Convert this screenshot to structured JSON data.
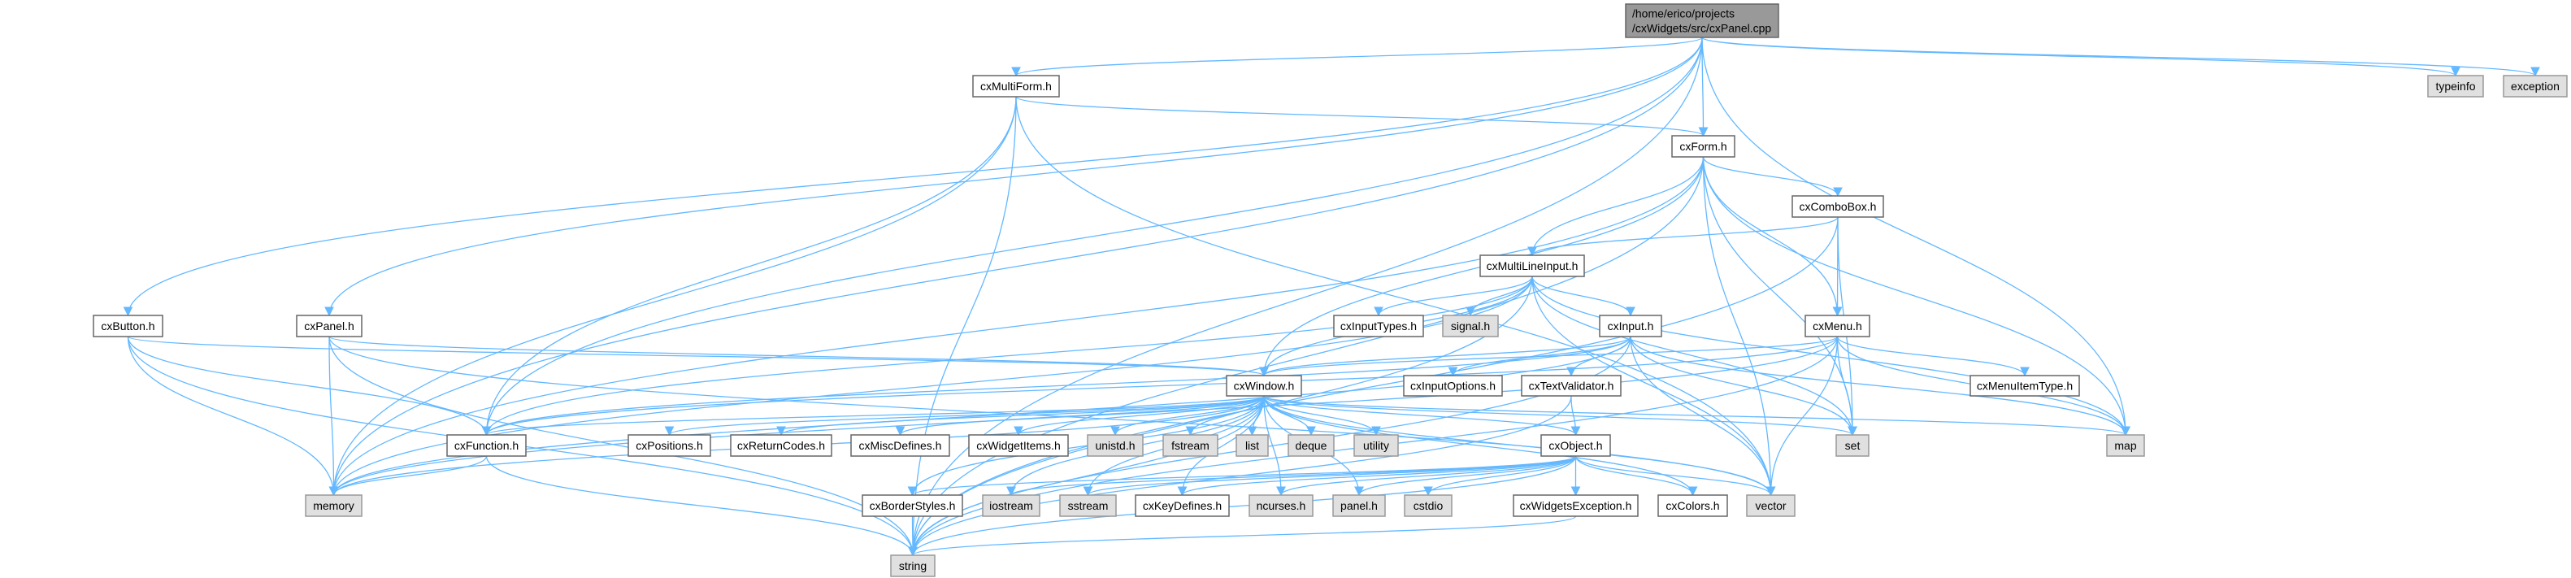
{
  "title": "/home/erico/projects/cxWidgets/src/cxPanel.cpp",
  "colors": {
    "edge": "#63b8ff",
    "main_fill": "#999999",
    "system_fill": "#e0e0e0",
    "internal_fill": "#ffffff"
  },
  "nodes": [
    {
      "id": "main",
      "label": [
        "/home/erico/projects",
        "/cxWidgets/src/cxPanel.cpp"
      ],
      "kind": "main"
    },
    {
      "id": "cxMultiForm",
      "label": "cxMultiForm.h",
      "kind": "internal"
    },
    {
      "id": "cxForm",
      "label": "cxForm.h",
      "kind": "internal"
    },
    {
      "id": "cxComboBox",
      "label": "cxComboBox.h",
      "kind": "internal"
    },
    {
      "id": "cxMultiLineInput",
      "label": "cxMultiLineInput.h",
      "kind": "internal"
    },
    {
      "id": "cxButton",
      "label": "cxButton.h",
      "kind": "internal"
    },
    {
      "id": "cxPanel",
      "label": "cxPanel.h",
      "kind": "internal"
    },
    {
      "id": "cxInputTypes",
      "label": "cxInputTypes.h",
      "kind": "internal"
    },
    {
      "id": "signal",
      "label": "signal.h",
      "kind": "system"
    },
    {
      "id": "cxInput",
      "label": "cxInput.h",
      "kind": "internal"
    },
    {
      "id": "cxMenu",
      "label": "cxMenu.h",
      "kind": "internal"
    },
    {
      "id": "cxWindow",
      "label": "cxWindow.h",
      "kind": "internal"
    },
    {
      "id": "cxInputOptions",
      "label": "cxInputOptions.h",
      "kind": "internal"
    },
    {
      "id": "cxTextValidator",
      "label": "cxTextValidator.h",
      "kind": "internal"
    },
    {
      "id": "cxMenuItemType",
      "label": "cxMenuItemType.h",
      "kind": "internal"
    },
    {
      "id": "cxFunction",
      "label": "cxFunction.h",
      "kind": "internal"
    },
    {
      "id": "cxPositions",
      "label": "cxPositions.h",
      "kind": "internal"
    },
    {
      "id": "cxReturnCodes",
      "label": "cxReturnCodes.h",
      "kind": "internal"
    },
    {
      "id": "cxMiscDefines",
      "label": "cxMiscDefines.h",
      "kind": "internal"
    },
    {
      "id": "cxWidgetItems",
      "label": "cxWidgetItems.h",
      "kind": "internal"
    },
    {
      "id": "unistd",
      "label": "unistd.h",
      "kind": "system"
    },
    {
      "id": "fstream",
      "label": "fstream",
      "kind": "system"
    },
    {
      "id": "list",
      "label": "list",
      "kind": "system"
    },
    {
      "id": "deque",
      "label": "deque",
      "kind": "system"
    },
    {
      "id": "utility",
      "label": "utility",
      "kind": "system"
    },
    {
      "id": "cxObject",
      "label": "cxObject.h",
      "kind": "internal"
    },
    {
      "id": "set",
      "label": "set",
      "kind": "system"
    },
    {
      "id": "map",
      "label": "map",
      "kind": "system"
    },
    {
      "id": "memory",
      "label": "memory",
      "kind": "system"
    },
    {
      "id": "cxBorderStyles",
      "label": "cxBorderStyles.h",
      "kind": "internal"
    },
    {
      "id": "iostream",
      "label": "iostream",
      "kind": "system"
    },
    {
      "id": "sstream",
      "label": "sstream",
      "kind": "system"
    },
    {
      "id": "cxKeyDefines",
      "label": "cxKeyDefines.h",
      "kind": "internal"
    },
    {
      "id": "ncurses",
      "label": "ncurses.h",
      "kind": "system"
    },
    {
      "id": "panel",
      "label": "panel.h",
      "kind": "system"
    },
    {
      "id": "cstdio",
      "label": "cstdio",
      "kind": "system"
    },
    {
      "id": "cxWidgetsException",
      "label": "cxWidgetsException.h",
      "kind": "internal"
    },
    {
      "id": "cxColors",
      "label": "cxColors.h",
      "kind": "internal"
    },
    {
      "id": "vector",
      "label": "vector",
      "kind": "system"
    },
    {
      "id": "string",
      "label": "string",
      "kind": "system"
    },
    {
      "id": "typeinfo",
      "label": "typeinfo",
      "kind": "system"
    },
    {
      "id": "exception",
      "label": "exception",
      "kind": "system"
    }
  ],
  "edges": [
    [
      "main",
      "cxMultiForm"
    ],
    [
      "main",
      "cxForm"
    ],
    [
      "main",
      "cxButton"
    ],
    [
      "main",
      "cxPanel"
    ],
    [
      "main",
      "typeinfo"
    ],
    [
      "main",
      "exception"
    ],
    [
      "main",
      "map"
    ],
    [
      "main",
      "string"
    ],
    [
      "main",
      "memory"
    ],
    [
      "main",
      "cxFunction"
    ],
    [
      "cxMultiForm",
      "cxForm"
    ],
    [
      "cxMultiForm",
      "string"
    ],
    [
      "cxMultiForm",
      "memory"
    ],
    [
      "cxMultiForm",
      "cxFunction"
    ],
    [
      "cxMultiForm",
      "vector"
    ],
    [
      "cxForm",
      "cxComboBox"
    ],
    [
      "cxForm",
      "cxMultiLineInput"
    ],
    [
      "cxForm",
      "cxMenu"
    ],
    [
      "cxForm",
      "cxWindow"
    ],
    [
      "cxForm",
      "string"
    ],
    [
      "cxForm",
      "memory"
    ],
    [
      "cxForm",
      "map"
    ],
    [
      "cxForm",
      "set"
    ],
    [
      "cxForm",
      "vector"
    ],
    [
      "cxComboBox",
      "cxMultiLineInput"
    ],
    [
      "cxComboBox",
      "cxMenu"
    ],
    [
      "cxComboBox",
      "set"
    ],
    [
      "cxComboBox",
      "string"
    ],
    [
      "cxMultiLineInput",
      "cxInputTypes"
    ],
    [
      "cxMultiLineInput",
      "signal"
    ],
    [
      "cxMultiLineInput",
      "cxInput"
    ],
    [
      "cxMultiLineInput",
      "cxWindow"
    ],
    [
      "cxMultiLineInput",
      "string"
    ],
    [
      "cxMultiLineInput",
      "memory"
    ],
    [
      "cxMultiLineInput",
      "cxFunction"
    ],
    [
      "cxMultiLineInput",
      "set"
    ],
    [
      "cxMultiLineInput",
      "map"
    ],
    [
      "cxMultiLineInput",
      "vector"
    ],
    [
      "cxInput",
      "cxWindow"
    ],
    [
      "cxInput",
      "cxInputOptions"
    ],
    [
      "cxInput",
      "cxTextValidator"
    ],
    [
      "cxInput",
      "cxFunction"
    ],
    [
      "cxInput",
      "memory"
    ],
    [
      "cxInput",
      "set"
    ],
    [
      "cxInput",
      "map"
    ],
    [
      "cxInput",
      "string"
    ],
    [
      "cxInput",
      "vector"
    ],
    [
      "cxMenu",
      "cxWindow"
    ],
    [
      "cxMenu",
      "cxMenuItemType"
    ],
    [
      "cxMenu",
      "set"
    ],
    [
      "cxMenu",
      "map"
    ],
    [
      "cxMenu",
      "vector"
    ],
    [
      "cxMenu",
      "string"
    ],
    [
      "cxMenu",
      "cxFunction"
    ],
    [
      "cxMenu",
      "memory"
    ],
    [
      "cxButton",
      "cxWindow"
    ],
    [
      "cxButton",
      "cxFunction"
    ],
    [
      "cxButton",
      "memory"
    ],
    [
      "cxButton",
      "string"
    ],
    [
      "cxPanel",
      "cxWindow"
    ],
    [
      "cxPanel",
      "memory"
    ],
    [
      "cxPanel",
      "string"
    ],
    [
      "cxPanel",
      "vector"
    ],
    [
      "cxWindow",
      "cxFunction"
    ],
    [
      "cxWindow",
      "cxPositions"
    ],
    [
      "cxWindow",
      "cxReturnCodes"
    ],
    [
      "cxWindow",
      "cxMiscDefines"
    ],
    [
      "cxWindow",
      "cxWidgetItems"
    ],
    [
      "cxWindow",
      "unistd"
    ],
    [
      "cxWindow",
      "fstream"
    ],
    [
      "cxWindow",
      "list"
    ],
    [
      "cxWindow",
      "deque"
    ],
    [
      "cxWindow",
      "utility"
    ],
    [
      "cxWindow",
      "cxObject"
    ],
    [
      "cxWindow",
      "set"
    ],
    [
      "cxWindow",
      "map"
    ],
    [
      "cxWindow",
      "memory"
    ],
    [
      "cxWindow",
      "cxBorderStyles"
    ],
    [
      "cxWindow",
      "iostream"
    ],
    [
      "cxWindow",
      "sstream"
    ],
    [
      "cxWindow",
      "cxKeyDefines"
    ],
    [
      "cxWindow",
      "ncurses"
    ],
    [
      "cxWindow",
      "panel"
    ],
    [
      "cxWindow",
      "cxColors"
    ],
    [
      "cxWindow",
      "vector"
    ],
    [
      "cxWindow",
      "string"
    ],
    [
      "cxTextValidator",
      "cxObject"
    ],
    [
      "cxTextValidator",
      "string"
    ],
    [
      "cxObject",
      "cxBorderStyles"
    ],
    [
      "cxObject",
      "iostream"
    ],
    [
      "cxObject",
      "sstream"
    ],
    [
      "cxObject",
      "cxKeyDefines"
    ],
    [
      "cxObject",
      "ncurses"
    ],
    [
      "cxObject",
      "panel"
    ],
    [
      "cxObject",
      "cstdio"
    ],
    [
      "cxObject",
      "cxWidgetsException"
    ],
    [
      "cxObject",
      "cxColors"
    ],
    [
      "cxObject",
      "vector"
    ],
    [
      "cxObject",
      "string"
    ],
    [
      "cxFunction",
      "memory"
    ],
    [
      "cxFunction",
      "string"
    ],
    [
      "cxBorderStyles",
      "string"
    ],
    [
      "cxWidgetsException",
      "string"
    ]
  ]
}
